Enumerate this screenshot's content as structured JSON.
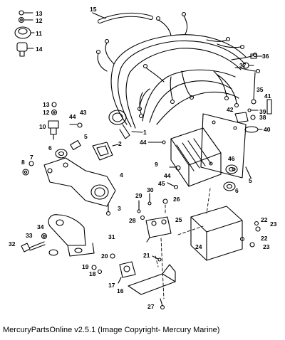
{
  "footer": {
    "text": "MercuryPartsOnline v2.5.1 (Image Copyright- Mercury Marine)"
  },
  "callouts": {
    "c1": "1",
    "c2": "2",
    "c3": "3",
    "c4": "4",
    "c5a": "5",
    "c5b": "5",
    "c6a": "6",
    "c6b": "6",
    "c7": "7",
    "c8": "8",
    "c9": "9",
    "c10": "10",
    "c11": "11",
    "c12a": "12",
    "c12b": "12",
    "c13a": "13",
    "c13b": "13",
    "c14": "14",
    "c15": "15",
    "c16": "16",
    "c17": "17",
    "c18": "18",
    "c19": "19",
    "c20": "20",
    "c21": "21",
    "c22a": "22",
    "c22b": "22",
    "c23a": "23",
    "c23b": "23",
    "c24": "24",
    "c25": "25",
    "c26": "26",
    "c27": "27",
    "c28": "28",
    "c29": "29",
    "c30": "30",
    "c31": "31",
    "c32": "32",
    "c33": "33",
    "c34": "34",
    "c35": "35",
    "c36": "36",
    "c37": "37",
    "c38": "38",
    "c39": "39",
    "c40": "40",
    "c41": "41",
    "c42": "42",
    "c43": "43",
    "c44a": "44",
    "c44b": "44",
    "c44c": "44",
    "c45": "45",
    "c46": "46"
  }
}
